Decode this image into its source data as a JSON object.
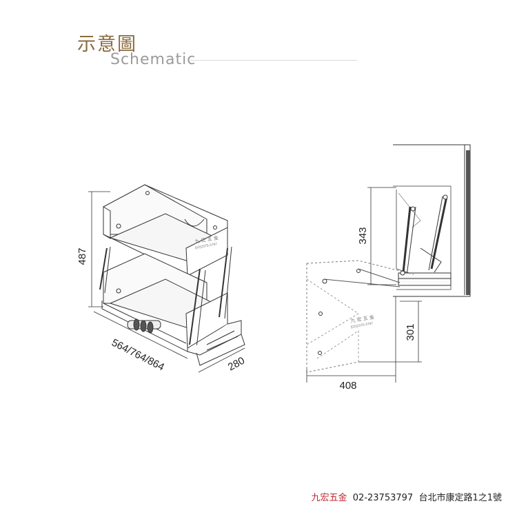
{
  "header": {
    "title_cn": "示意圖",
    "title_en": "Schematic"
  },
  "dimensions": {
    "height_487": "487",
    "width_options": "564/764/864",
    "depth_280": "280",
    "upper_343": "343",
    "lower_301": "301",
    "depth_408": "408"
  },
  "watermark": {
    "name": "九 宏 五 金",
    "phone": "(02)2375-3797"
  },
  "footer": {
    "brand": "九宏五金",
    "phone": "02-23753797",
    "address": "台北市康定路1之1號"
  },
  "colors": {
    "title_brown": "#8a6a3e",
    "subtitle_gray": "#9b9b9b",
    "brand_red": "#c0282f"
  }
}
